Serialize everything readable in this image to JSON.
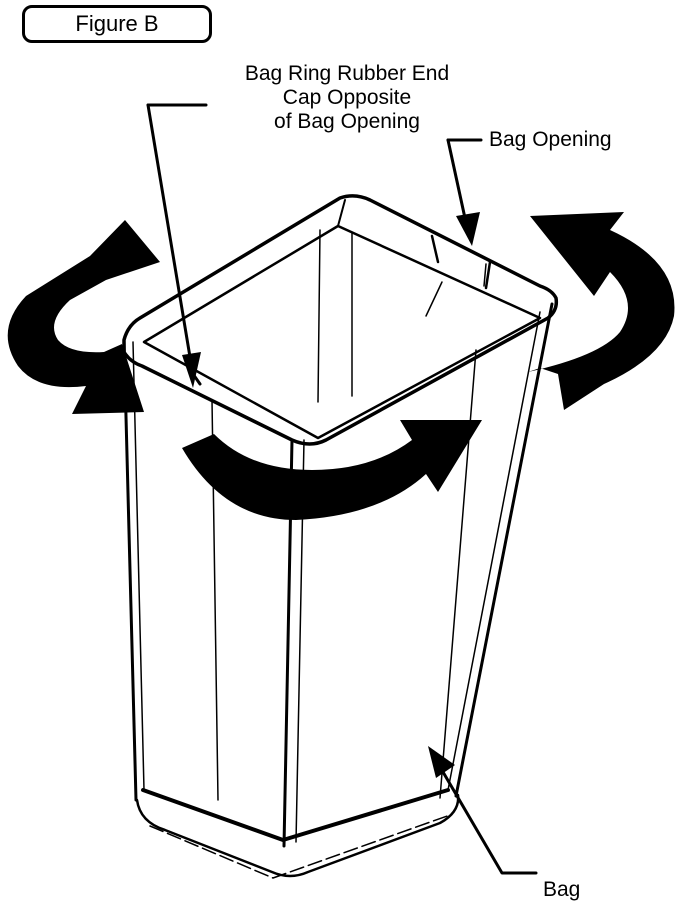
{
  "figure_label": "Figure B",
  "callouts": {
    "end_cap": [
      "Bag Ring Rubber End",
      "Cap Opposite",
      "of Bag Opening"
    ],
    "opening": "Bag Opening",
    "bag": "Bag"
  }
}
